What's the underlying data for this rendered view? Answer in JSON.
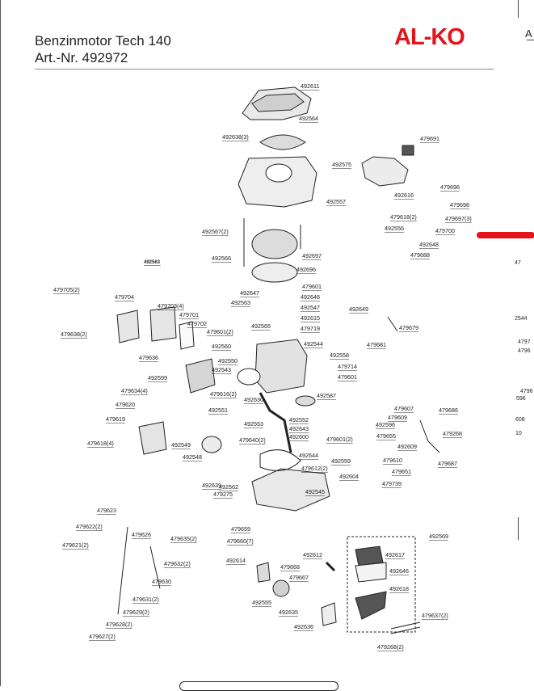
{
  "header": {
    "title_line1": "Benzinmotor Tech 140",
    "title_line2": "Art.-Nr. 492972",
    "brand": "AL-KO",
    "brand_color": "#e3141c"
  },
  "side_fragments": {
    "top_right": "A",
    "f1": "47",
    "f2": "2544",
    "f3": "4797",
    "f4": "4796",
    "f5": "4796",
    "f6": "596",
    "f7": "608",
    "f8": "10"
  },
  "parts": [
    "492611",
    "492564",
    "492638(3)",
    "492575",
    "479691",
    "492616",
    "479696",
    "479698",
    "492557",
    "479618(2)",
    "479697(3)",
    "492556",
    "479700",
    "492648",
    "479688",
    "492567(2)",
    "492566",
    "492697",
    "492696",
    "479705(2)",
    "479704",
    "479703(4)",
    "479701",
    "479702",
    "479638(2)",
    "479601",
    "492646",
    "492547",
    "492615",
    "479719",
    "492647",
    "492563",
    "479601(2)",
    "492565",
    "492649",
    "479679",
    "479681",
    "492560",
    "492544",
    "492550",
    "492543",
    "492558",
    "479714",
    "479601",
    "479636",
    "492599",
    "479616(2)",
    "479634(4)",
    "492630",
    "492587",
    "479620",
    "492551",
    "492552",
    "492643",
    "492600",
    "479619",
    "492553",
    "479640(2)",
    "479607",
    "479686",
    "479609",
    "492596",
    "479268",
    "479655",
    "492609",
    "479687",
    "479618(4)",
    "492549",
    "492548",
    "492644",
    "479601(2)",
    "492559",
    "479610",
    "479612(2)",
    "479651",
    "492562",
    "492604",
    "479739",
    "492639",
    "479275",
    "492545",
    "479623",
    "479622(2)",
    "479626",
    "479635(2)",
    "479621(2)",
    "479632(2)",
    "479630",
    "479631(2)",
    "479629(2)",
    "479628(2)",
    "479627(2)",
    "479659",
    "479660(7)",
    "492614",
    "492612",
    "479668",
    "479667",
    "492555",
    "492635",
    "492636",
    "492569",
    "492617",
    "492646",
    "492618",
    "479637(2)",
    "479268(2)",
    "492563"
  ]
}
